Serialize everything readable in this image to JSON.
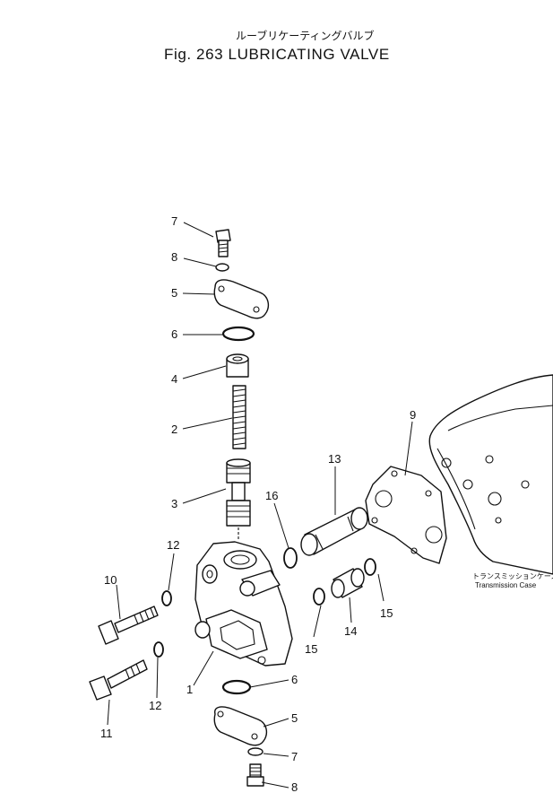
{
  "title": {
    "japanese": "ルーブリケーティングバルブ",
    "english": "Fig. 263 LUBRICATING VALVE"
  },
  "case_label": {
    "japanese": "トランスミッションケース",
    "english": "Transmission Case"
  },
  "callouts": {
    "c7_top": "7",
    "c8_top": "8",
    "c5_top": "5",
    "c6_top": "6",
    "c4": "4",
    "c2": "2",
    "c3": "3",
    "c16": "16",
    "c13": "13",
    "c9": "9",
    "c12_top": "12",
    "c10": "10",
    "c15_right": "15",
    "c14": "14",
    "c15_mid": "15",
    "c1": "1",
    "c6_bottom": "6",
    "c12_bottom": "12",
    "c11": "11",
    "c5_bottom": "5",
    "c7_bottom": "7",
    "c8_bottom": "8"
  }
}
